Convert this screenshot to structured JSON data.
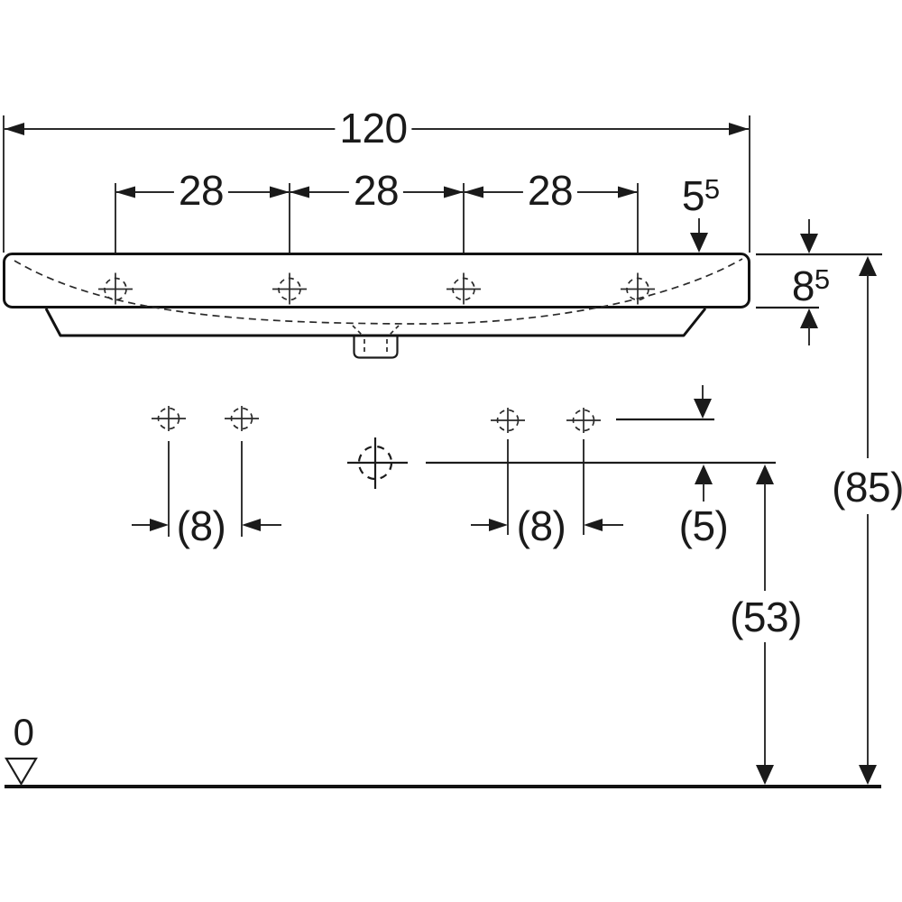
{
  "meta": {
    "drawing_type": "technical dimension drawing",
    "subject": "washbasin front elevation with installation dimensions",
    "background_color": "#ffffff",
    "line_color": "#1a1a1a"
  },
  "dimensions": {
    "overall_width": "120",
    "tap_hole_spacing": [
      "28",
      "28",
      "28"
    ],
    "tap_edge_offset": {
      "base": "5",
      "sup": "5"
    },
    "basin_rim_height": {
      "base": "8",
      "sup": "5"
    },
    "fixing_hole_width_left": "(8)",
    "fixing_hole_width_right": "(8)",
    "drain_offset": "(5)",
    "drain_line_height": "(53)",
    "rim_height_above_floor": "(85)",
    "floor_level": "0"
  },
  "symbols": {
    "floor_datum_icon": "open-triangle",
    "tap_hole_icon": "crosshair-dashed-circle",
    "fixing_point_icon": "crosshair-dashed-circle",
    "drain_center_icon": "crosshair-dashed-circle"
  }
}
